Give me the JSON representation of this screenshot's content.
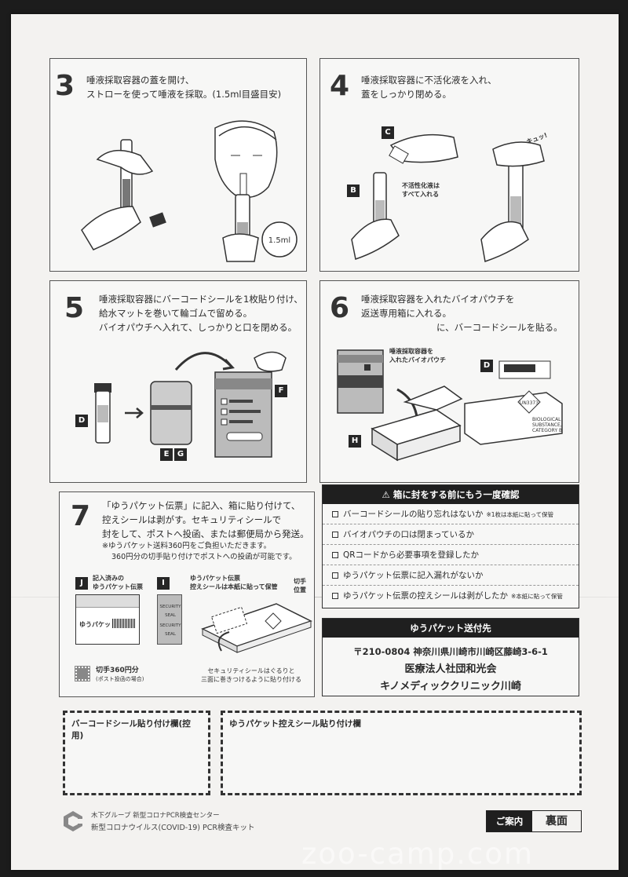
{
  "step3": {
    "num": "3",
    "line1": "唾液採取容器の蓋を開け、",
    "line2": "ストローを使って唾液を採取。(1.5ml目盛目安)",
    "volume_label": "1.5ml"
  },
  "step4": {
    "num": "4",
    "line1": "唾液採取容器に不活化液を入れ、",
    "line2": "蓋をしっかり閉める。",
    "label_c": "C",
    "label_b": "B",
    "inactivate_note_1": "不活性化液は",
    "inactivate_note_2": "すべて入れる",
    "sound": "キュッ!"
  },
  "step5": {
    "num": "5",
    "line1": "唾液採取容器にバーコードシールを1枚貼り付け、",
    "line2": "給水マットを巻いて輪ゴムで留める。",
    "line3": "バイオパウチへ入れて、しっかりと口を閉める。",
    "label_d": "D",
    "label_e": "E",
    "label_g": "G",
    "label_f": "F"
  },
  "step6": {
    "num": "6",
    "line1": "唾液採取容器を入れたバイオパウチを",
    "line2": "返送専用箱に入れる。",
    "line3": "に、バーコードシールを貼る。",
    "pouch_note_1": "唾液採取容器を",
    "pouch_note_2": "入れたバイオパウチ",
    "label_d": "D",
    "label_h": "H",
    "un_code": "UN3373",
    "bio_1": "BIOLOGICAL",
    "bio_2": "SUBSTANCE,",
    "bio_3": "CATEGORY B"
  },
  "step7": {
    "num": "7",
    "line1": "「ゆうパケット伝票」に記入、箱に貼り付けて、",
    "line2": "控えシールは剥がす。セキュリティシールで",
    "line3": "封をして、ポストへ投函、または郵便局から発送。",
    "note1": "※ゆうパケット送料360円をご負担いただきます。",
    "note2": "360円分の切手貼り付けでポストへの投函が可能です。",
    "label_j": "J",
    "j_text_1": "記入済みの",
    "j_text_2": "ゆうパケット伝票",
    "label_i": "I",
    "i_text_1": "ゆうパケット伝票",
    "i_text_2": "控えシールは本紙に貼って保管",
    "stamp_pos_1": "切手",
    "stamp_pos_2": "位置",
    "slip_title": "ゆうパケット",
    "security_seal": "SECURITY SEAL",
    "stamp_label": "切手360円分",
    "stamp_note": "(ポスト投函の場合)",
    "seal_note_1": "セキュリティシールはぐるりと",
    "seal_note_2": "三面に巻きつけるように貼り付ける"
  },
  "checklist": {
    "title": "箱に封をする前にもう一度確認",
    "items": [
      {
        "text": "バーコードシールの貼り忘れはないか",
        "note": "※1枚は本紙に貼って保管"
      },
      {
        "text": "バイオパウチの口は閉まっているか",
        "note": ""
      },
      {
        "text": "QRコードから必要事項を登録したか",
        "note": ""
      },
      {
        "text": "ゆうパケット伝票に記入漏れがないか",
        "note": ""
      },
      {
        "text": "ゆうパケット伝票の控えシールは剥がしたか",
        "note": "※本紙に貼って保管"
      }
    ]
  },
  "address": {
    "title": "ゆうパケット送付先",
    "zip_line": "〒210-0804 神奈川県川崎市川崎区藤崎3-6-1",
    "org": "医療法人社団和光会",
    "clinic": "キノメディッククリニック川崎"
  },
  "barcode_area": {
    "title": "バーコードシール貼り付け欄(控用)"
  },
  "copy_area": {
    "title": "ゆうパケット控えシール貼り付け欄"
  },
  "footer": {
    "group": "木下グループ 新型コロナPCR検査センター",
    "kit": "新型コロナウイルス(COVID-19) PCR検査キット",
    "guide": "ご案内",
    "side": "裏面"
  },
  "watermark": "zoo-camp.com"
}
